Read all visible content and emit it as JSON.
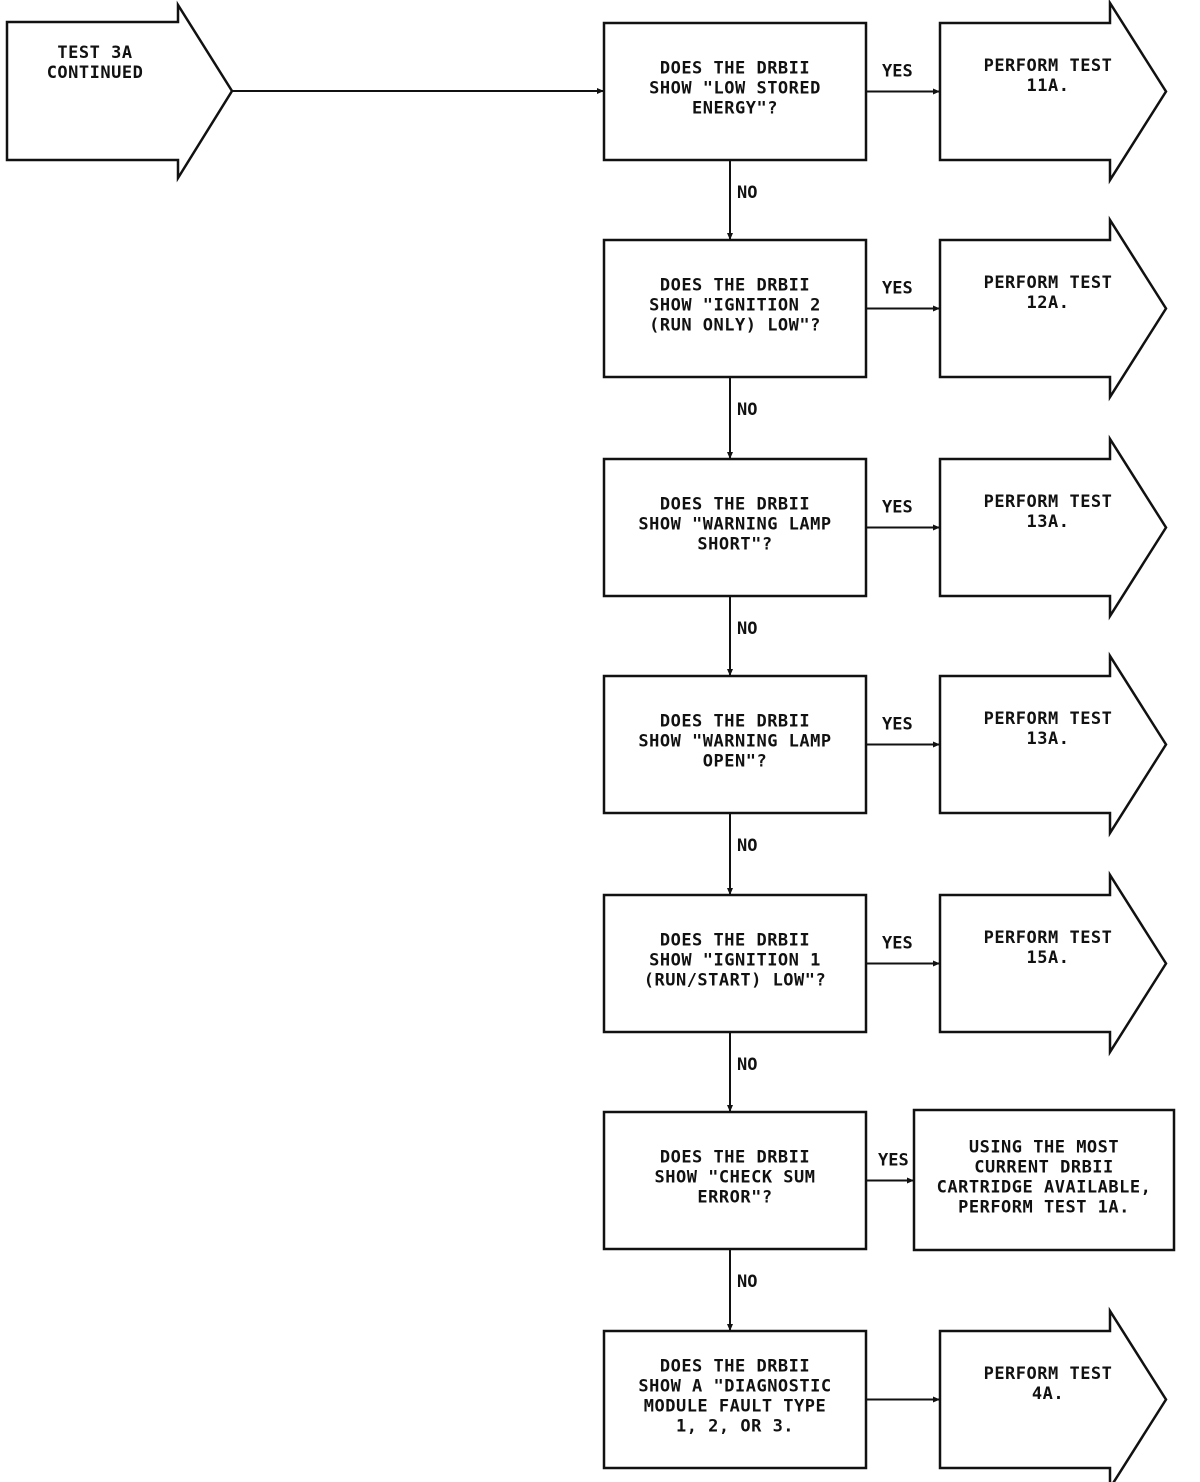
{
  "start": {
    "lines": [
      "TEST 3A",
      "CONTINUED"
    ]
  },
  "decisions": [
    {
      "lines": [
        "DOES THE DRBII",
        "SHOW \"LOW STORED",
        "ENERGY\"?"
      ],
      "yes": "YES",
      "no": "NO",
      "outcome": [
        "PERFORM TEST",
        "11A."
      ],
      "outcome_shape": "arrow"
    },
    {
      "lines": [
        "DOES THE DRBII",
        "SHOW \"IGNITION 2",
        "(RUN ONLY) LOW\"?"
      ],
      "yes": "YES",
      "no": "NO",
      "outcome": [
        "PERFORM TEST",
        "12A."
      ],
      "outcome_shape": "arrow"
    },
    {
      "lines": [
        "DOES THE DRBII",
        "SHOW \"WARNING LAMP",
        "SHORT\"?"
      ],
      "yes": "YES",
      "no": "NO",
      "outcome": [
        "PERFORM TEST",
        "13A."
      ],
      "outcome_shape": "arrow"
    },
    {
      "lines": [
        "DOES THE DRBII",
        "SHOW \"WARNING LAMP",
        "OPEN\"?"
      ],
      "yes": "YES",
      "no": "NO",
      "outcome": [
        "PERFORM TEST",
        "13A."
      ],
      "outcome_shape": "arrow"
    },
    {
      "lines": [
        "DOES THE DRBII",
        "SHOW \"IGNITION 1",
        "(RUN/START) LOW\"?"
      ],
      "yes": "YES",
      "no": "NO",
      "outcome": [
        "PERFORM TEST",
        "15A."
      ],
      "outcome_shape": "arrow"
    },
    {
      "lines": [
        "DOES THE DRBII",
        "SHOW \"CHECK SUM",
        "ERROR\"?"
      ],
      "yes": "YES",
      "no": "NO",
      "outcome": [
        "USING THE MOST",
        "CURRENT DRBII",
        "CARTRIDGE AVAILABLE,",
        "PERFORM TEST 1A."
      ],
      "outcome_shape": "box"
    },
    {
      "lines": [
        "DOES THE DRBII",
        "SHOW A \"DIAGNOSTIC",
        "MODULE FAULT TYPE",
        "1, 2, OR 3."
      ],
      "yes": "",
      "no": "",
      "outcome": [
        "PERFORM TEST",
        "4A."
      ],
      "outcome_shape": "arrow"
    }
  ]
}
